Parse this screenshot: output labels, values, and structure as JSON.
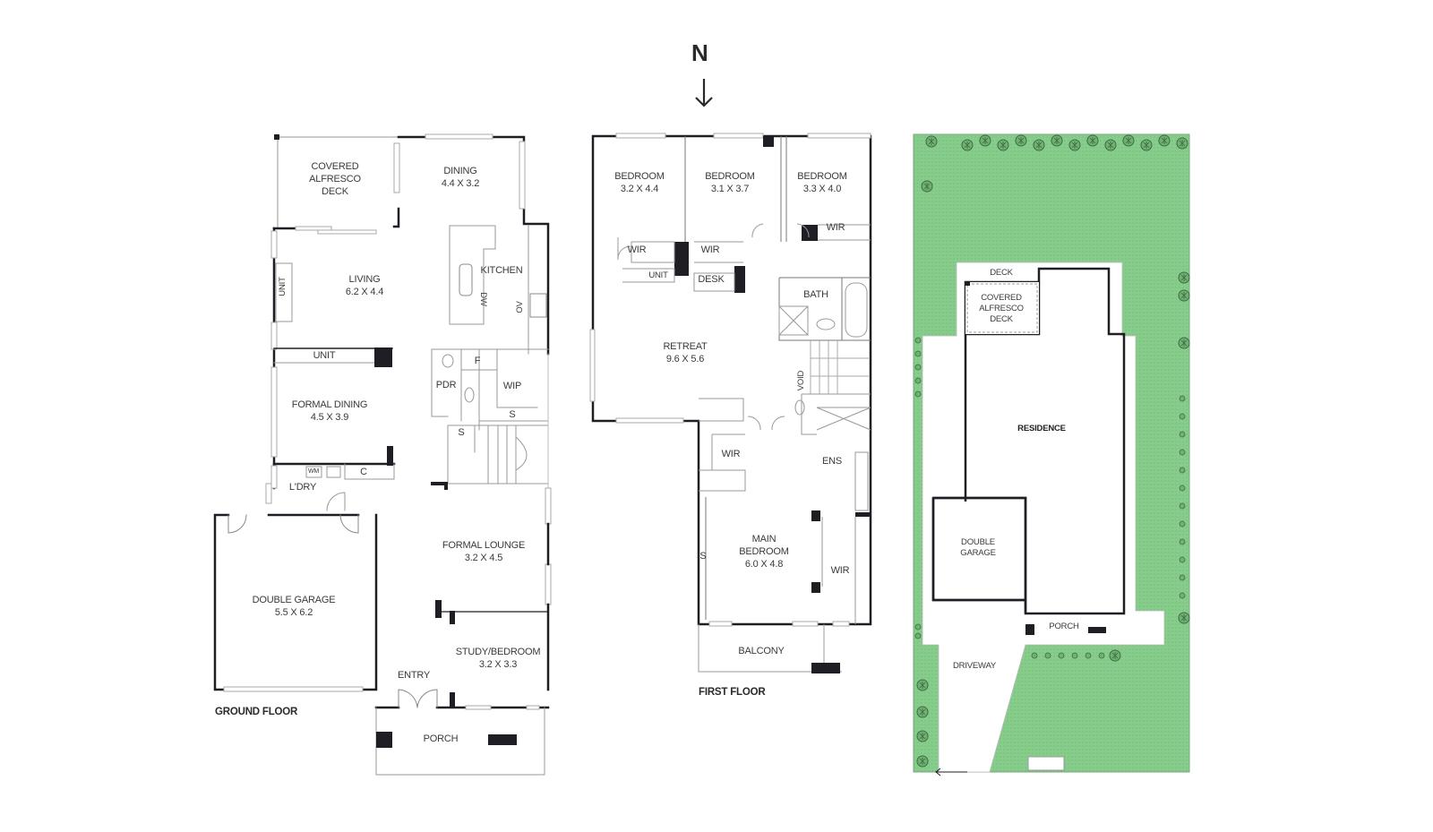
{
  "compass": {
    "label": "N",
    "arrow": "arrow-down-icon"
  },
  "ground_floor": {
    "title": "GROUND FLOOR",
    "rooms": {
      "covered_alfresco": "COVERED\nALFRESCO\nDECK",
      "dining": "DINING\n4.4 X 3.2",
      "kitchen": "KITCHEN",
      "living": "LIVING\n6.2 X 4.4",
      "unit_vertical": "UNIT",
      "unit_horizontal": "UNIT",
      "dw": "DW",
      "ov": "OV",
      "pdr": "PDR",
      "f": "F",
      "wip": "WIP",
      "s1": "S",
      "s2": "S",
      "formal_dining": "FORMAL DINING\n4.5 X 3.9",
      "wm": "WM",
      "c": "C",
      "laundry": "L'DRY",
      "double_garage": "DOUBLE GARAGE\n5.5 X 6.2",
      "formal_lounge": "FORMAL LOUNGE\n3.2 X 4.5",
      "study_bedroom": "STUDY/BEDROOM\n3.2 X 3.3",
      "entry": "ENTRY",
      "porch": "PORCH"
    }
  },
  "first_floor": {
    "title": "FIRST FLOOR",
    "rooms": {
      "bedroom1": "BEDROOM\n3.2 X 4.4",
      "bedroom2": "BEDROOM\n3.1 X 3.7",
      "bedroom3": "BEDROOM\n3.3 X 4.0",
      "wir1": "WIR",
      "wir2": "WIR",
      "wir3": "WIR",
      "unit": "UNIT",
      "desk": "DESK",
      "bath": "BATH",
      "retreat": "RETREAT\n9.6 X 5.6",
      "void": "VOID",
      "wir4": "WIR",
      "ens": "ENS",
      "main_bedroom": "MAIN\nBEDROOM\n6.0 X 4.8",
      "s": "S",
      "wir5": "WIR",
      "balcony": "BALCONY"
    }
  },
  "site_plan": {
    "rooms": {
      "deck": "DECK",
      "covered_alfresco": "COVERED\nALFRESCO\nDECK",
      "residence": "RESIDENCE",
      "double_garage": "DOUBLE\nGARAGE",
      "porch": "PORCH",
      "driveway": "DRIVEWAY"
    },
    "colors": {
      "lawn": "#86cc8a",
      "lawn_border": "#7aa87c"
    }
  },
  "colors": {
    "wall": "#1e1e24",
    "thin": "#8a8a8a",
    "window": "#bdbdbd"
  }
}
